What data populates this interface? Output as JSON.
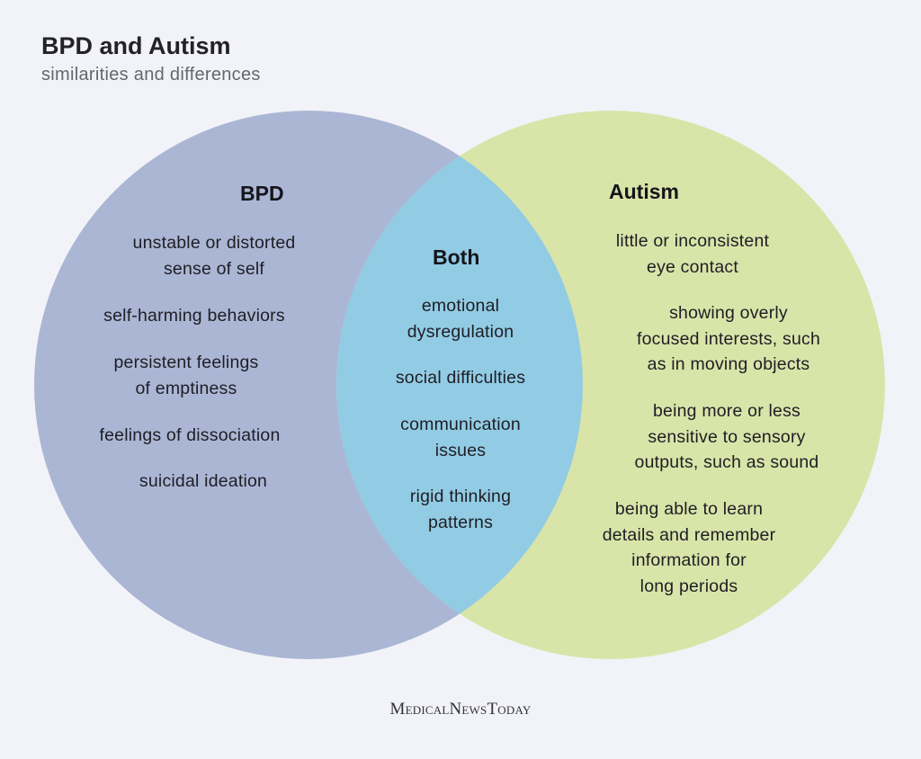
{
  "header": {
    "title": "BPD and Autism",
    "subtitle": "similarities and differences"
  },
  "colors": {
    "background": "#f2f3f8",
    "bpd_circle": "#abb6d5",
    "autism_circle": "#d9e4a9",
    "overlap": "#92cbe4"
  },
  "venn": {
    "bpd": {
      "heading": "BPD",
      "items": [
        "unstable or distorted\nsense of self",
        "self-harming behaviors",
        "persistent feelings\nof emptiness",
        "feelings of dissociation",
        "suicidal ideation"
      ]
    },
    "both": {
      "heading": "Both",
      "items": [
        "emotional\ndysregulation",
        "social difficulties",
        "communication\nissues",
        "rigid thinking\npatterns"
      ]
    },
    "autism": {
      "heading": "Autism",
      "items": [
        "little or inconsistent\neye contact",
        "showing overly\nfocused interests, such\nas in moving objects",
        "being more or less\nsensitive to sensory\noutputs, such as sound",
        "being able to learn\ndetails and remember\ninformation for\nlong periods"
      ]
    }
  },
  "footer": {
    "brand": "MedicalNewsToday"
  }
}
